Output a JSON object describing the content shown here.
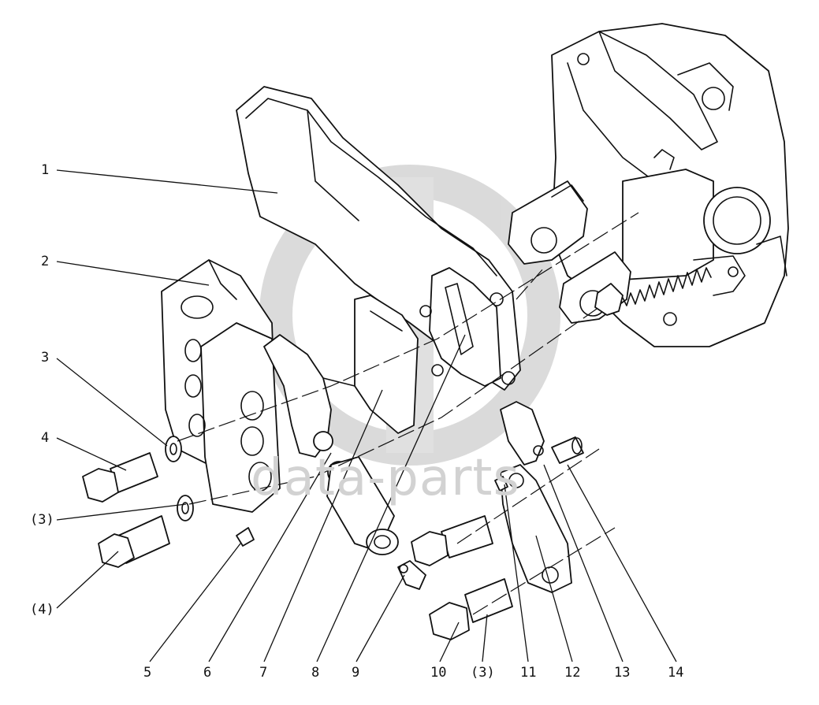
{
  "watermark": {
    "text": "data-parts"
  },
  "callouts": {
    "c1": "1",
    "c2": "2",
    "c3": "3",
    "c4": "4",
    "c3b": "(3)",
    "c4b": "(4)",
    "c5": "5",
    "c6": "6",
    "c7": "7",
    "c8": "8",
    "c9": "9",
    "c10": "10",
    "c3c": "(3)",
    "c11": "11",
    "c12": "12",
    "c13": "13",
    "c14": "14"
  }
}
